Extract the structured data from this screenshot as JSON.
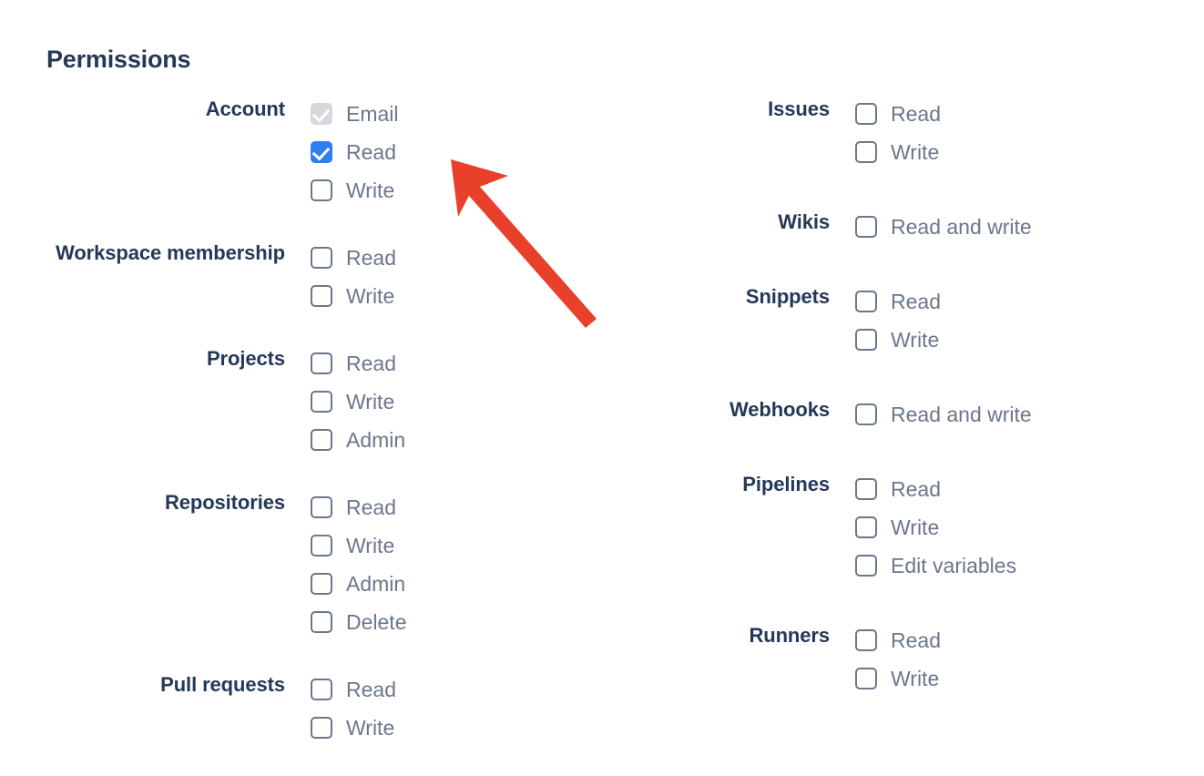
{
  "page": {
    "title": "Permissions"
  },
  "annotation": {
    "arrow_color": "#e8402a",
    "arrow_points_to": "Account Read checkbox"
  },
  "theme": {
    "heading_color": "#253858",
    "label_color": "#6b778c",
    "checked_color": "#2d7ff0",
    "disabled_color": "#d5d8dc",
    "border_color": "#6b778c"
  },
  "columns": {
    "left": [
      {
        "label": "Account",
        "options": [
          {
            "label": "Email",
            "state": "disabled-checked"
          },
          {
            "label": "Read",
            "state": "checked"
          },
          {
            "label": "Write",
            "state": "unchecked"
          }
        ]
      },
      {
        "label": "Workspace membership",
        "options": [
          {
            "label": "Read",
            "state": "unchecked"
          },
          {
            "label": "Write",
            "state": "unchecked"
          }
        ]
      },
      {
        "label": "Projects",
        "options": [
          {
            "label": "Read",
            "state": "unchecked"
          },
          {
            "label": "Write",
            "state": "unchecked"
          },
          {
            "label": "Admin",
            "state": "unchecked"
          }
        ]
      },
      {
        "label": "Repositories",
        "options": [
          {
            "label": "Read",
            "state": "unchecked"
          },
          {
            "label": "Write",
            "state": "unchecked"
          },
          {
            "label": "Admin",
            "state": "unchecked"
          },
          {
            "label": "Delete",
            "state": "unchecked"
          }
        ]
      },
      {
        "label": "Pull requests",
        "options": [
          {
            "label": "Read",
            "state": "unchecked"
          },
          {
            "label": "Write",
            "state": "unchecked"
          }
        ]
      }
    ],
    "right": [
      {
        "label": "Issues",
        "options": [
          {
            "label": "Read",
            "state": "unchecked"
          },
          {
            "label": "Write",
            "state": "unchecked"
          }
        ]
      },
      {
        "label": "Wikis",
        "options": [
          {
            "label": "Read and write",
            "state": "unchecked"
          }
        ]
      },
      {
        "label": "Snippets",
        "options": [
          {
            "label": "Read",
            "state": "unchecked"
          },
          {
            "label": "Write",
            "state": "unchecked"
          }
        ]
      },
      {
        "label": "Webhooks",
        "options": [
          {
            "label": "Read and write",
            "state": "unchecked"
          }
        ]
      },
      {
        "label": "Pipelines",
        "options": [
          {
            "label": "Read",
            "state": "unchecked"
          },
          {
            "label": "Write",
            "state": "unchecked"
          },
          {
            "label": "Edit variables",
            "state": "unchecked"
          }
        ]
      },
      {
        "label": "Runners",
        "options": [
          {
            "label": "Read",
            "state": "unchecked"
          },
          {
            "label": "Write",
            "state": "unchecked"
          }
        ]
      }
    ]
  }
}
